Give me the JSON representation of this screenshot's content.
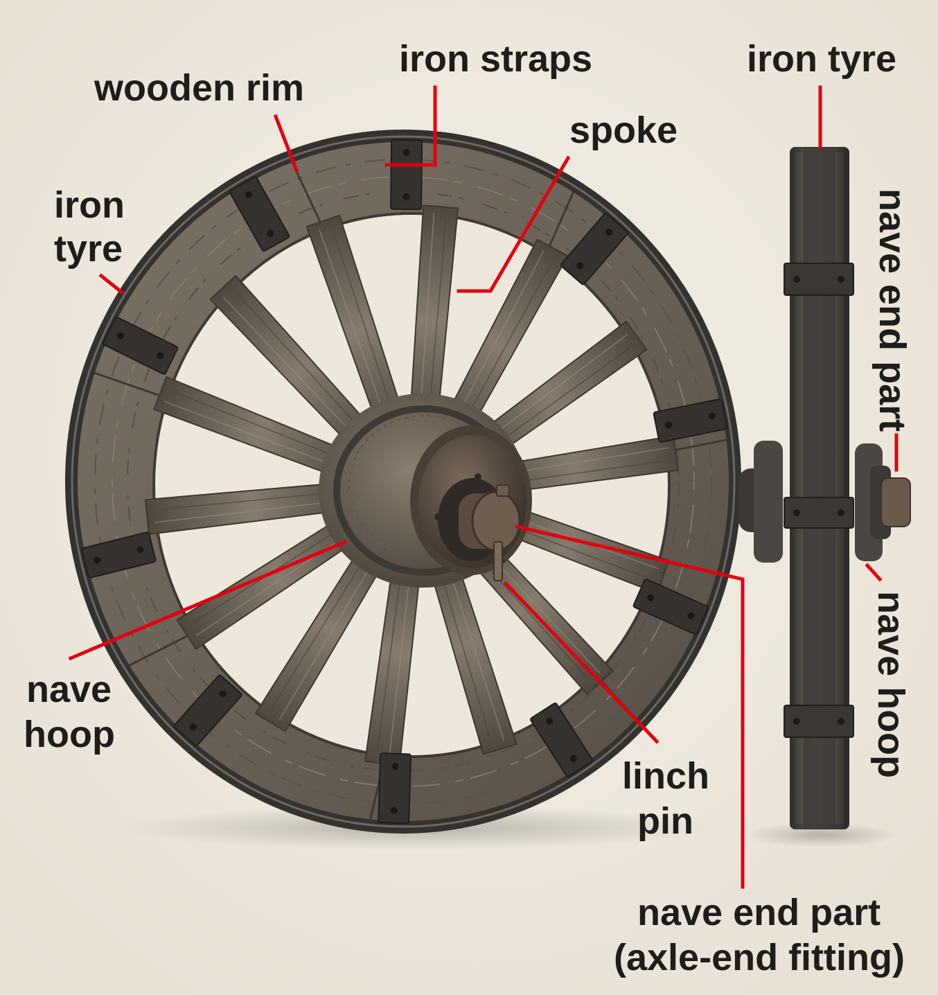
{
  "colors": {
    "background": "#f1ece2",
    "leader": "#e3000f",
    "wood": "#6f675c",
    "wood_dark": "#4a443c",
    "iron": "#3a3836",
    "text": "#1f1d1b"
  },
  "labels": {
    "wooden_rim": "wooden rim",
    "iron_straps": "iron straps",
    "iron_tyre_top": "iron tyre",
    "spoke": "spoke",
    "iron_tyre_left_1": "iron",
    "iron_tyre_left_2": "tyre",
    "nave_end_part_vertical": "nave end part",
    "nave_hoop_vertical": "nave hoop",
    "nave_hoop_left_1": "nave",
    "nave_hoop_left_2": "hoop",
    "linch_pin_1": "linch",
    "linch_pin_2": "pin",
    "nave_end_part_bottom_1": "nave end part",
    "nave_end_part_bottom_2": "(axle-end fitting)"
  }
}
